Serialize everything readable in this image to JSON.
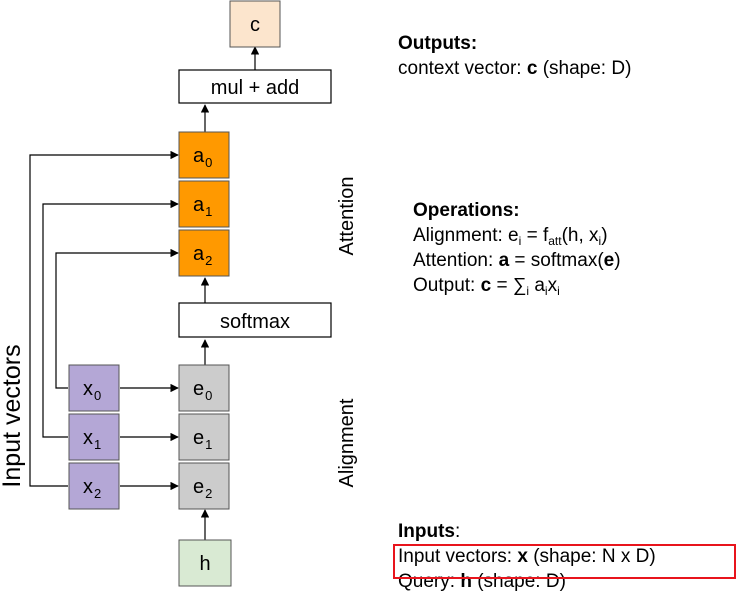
{
  "nodes": {
    "c": "c",
    "mul_add": "mul + add",
    "a": [
      "a",
      "a",
      "a"
    ],
    "a_sub": [
      "0",
      "1",
      "2"
    ],
    "softmax": "softmax",
    "e": [
      "e",
      "e",
      "e"
    ],
    "e_sub": [
      "0",
      "1",
      "2"
    ],
    "x": [
      "x",
      "x",
      "x"
    ],
    "x_sub": [
      "0",
      "1",
      "2"
    ],
    "h": "h"
  },
  "side_labels": {
    "attention": "Attention",
    "alignment": "Alignment",
    "input_vectors": "Input vectors"
  },
  "outputs": {
    "heading": "Outputs:",
    "line": {
      "prefix": "context vector: ",
      "bold": "c",
      "suffix": " (shape: D)"
    }
  },
  "operations": {
    "heading": "Operations:",
    "alignment": {
      "prefix": "Alignment: e",
      "sub_i": "i",
      "mid": " = f",
      "sub_att": "att",
      "args_open": "(h, x",
      "sub_i2": "i",
      "args_close": ")"
    },
    "attention": {
      "prefix": "Attention: ",
      "bold_a": "a",
      "mid": " = softmax(",
      "bold_e": "e",
      "suffix": ")"
    },
    "output": {
      "prefix": "Output: ",
      "bold_c": "c",
      "mid": " = ∑",
      "sub_i": "i",
      "a": " a",
      "sub_i2": "i",
      "x": "x",
      "sub_i3": "i"
    }
  },
  "inputs": {
    "heading": "Inputs",
    "colon": ":",
    "vectors": {
      "prefix": "Input vectors: ",
      "bold": "x",
      "suffix": " (shape: N x D)"
    },
    "query": {
      "prefix": "Query: ",
      "bold": "h",
      "suffix": " (shape: D)"
    }
  },
  "colors": {
    "c_fill": "#fce5cd",
    "a_fill": "#ff9900",
    "x_fill": "#b4a7d6",
    "e_fill": "#cccccc",
    "h_fill": "#d9ead3",
    "highlight": "#e8141c"
  }
}
